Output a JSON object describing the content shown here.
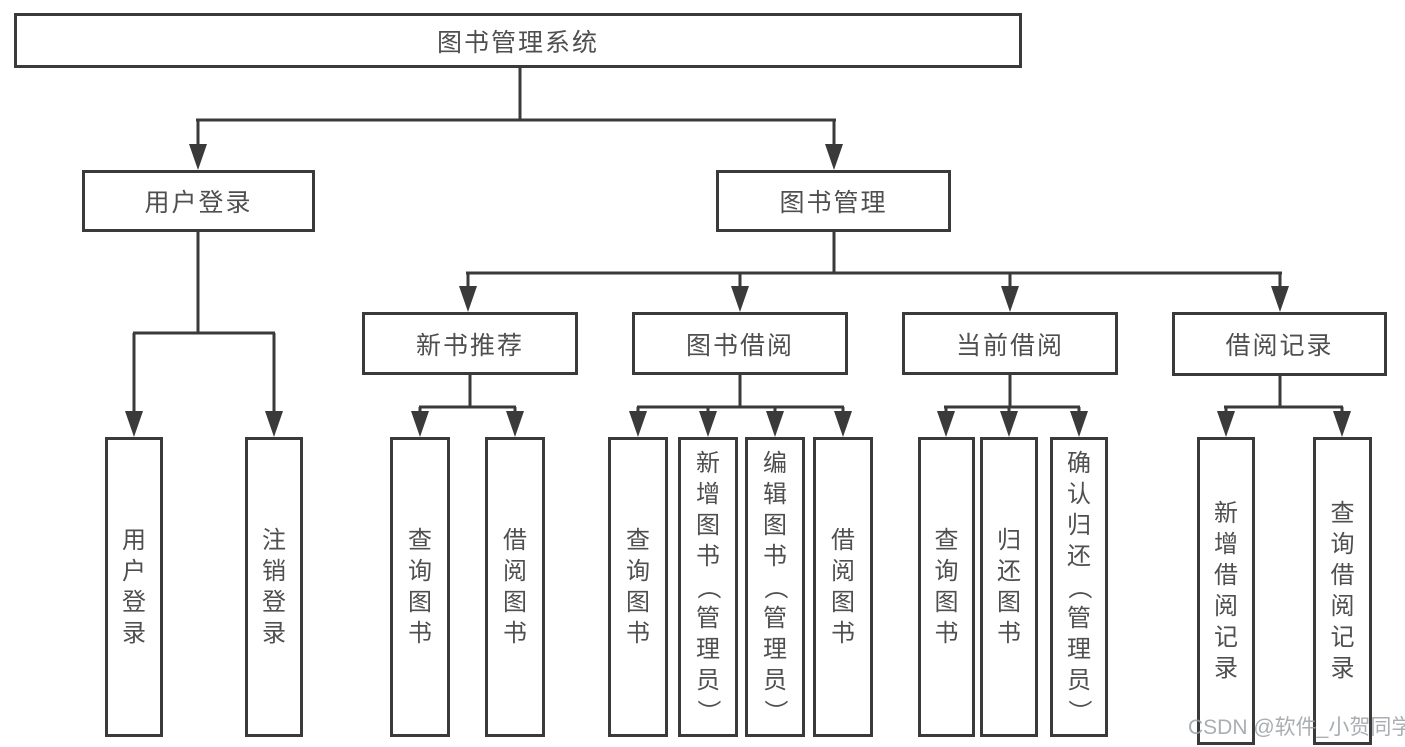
{
  "tree": {
    "root": "图书管理系统",
    "user_login": {
      "label": "用户登录",
      "children": [
        "用户登录",
        "注销登录"
      ]
    },
    "book_management": {
      "label": "图书管理",
      "groups": [
        {
          "label": "新书推荐",
          "children": [
            "查询图书",
            "借阅图书"
          ]
        },
        {
          "label": "图书借阅",
          "children": [
            "查询图书",
            "新增图书（管理员）",
            "编辑图书（管理员）",
            "借阅图书"
          ]
        },
        {
          "label": "当前借阅",
          "children": [
            "查询图书",
            "归还图书",
            "确认归还（管理员）"
          ]
        },
        {
          "label": "借阅记录",
          "children": [
            "新增借阅记录",
            "查询借阅记录"
          ]
        }
      ]
    }
  },
  "watermark": "CSDN @软件_小贺同学",
  "colors": {
    "line": "#3a3a3a",
    "text": "#4f4f4f",
    "watermark": "#9aa0a6"
  }
}
